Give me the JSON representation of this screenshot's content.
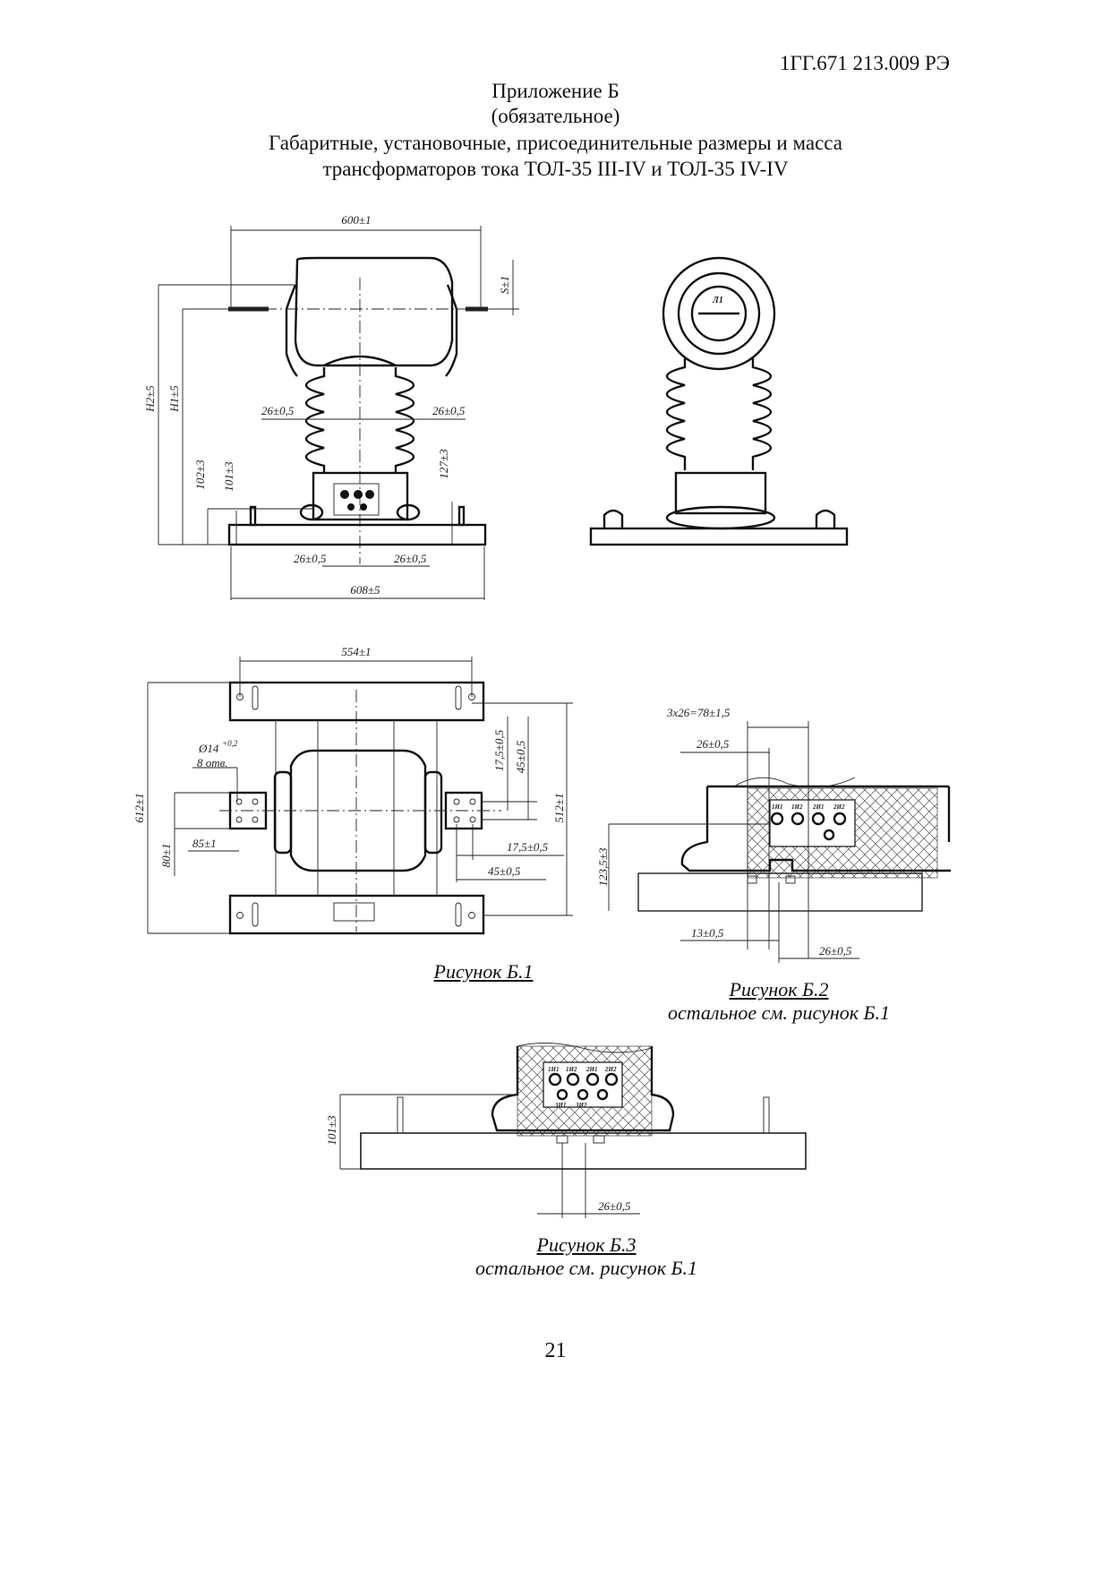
{
  "header": {
    "doc_number": "1ГГ.671 213.009 РЭ"
  },
  "title": {
    "line1": "Приложение Б",
    "line2": "(обязательное)",
    "line3": "Габаритные, установочные, присоединительные размеры и масса",
    "line4": "трансформаторов тока ТОЛ-35 III-IV и ТОЛ-35 IV-IV"
  },
  "figure1": {
    "front": {
      "width_top": "600±1",
      "s": "S±1",
      "h2": "H2±5",
      "h1": "H1±5",
      "pitch_left": "26±0,5",
      "pitch_right": "26±0,5",
      "h102": "102±3",
      "h101": "101±3",
      "h127": "127±3",
      "pitch_bottom_left": "26±0,5",
      "pitch_bottom_right": "26±0,5",
      "width_base": "608±5"
    },
    "side": {
      "marker": "Л1"
    },
    "top": {
      "width": "554±1",
      "depth": "612±1",
      "hole": "Ø14",
      "hole_tol": "+0,2",
      "hole_count": "8 отв.",
      "d80": "80±1",
      "d85": "85±1",
      "d17_5_v": "17,5±0,5",
      "d45_v": "45±0,5",
      "d512": "512±1",
      "d17_5_h": "17,5±0,5",
      "d45_h": "45±0,5"
    },
    "caption": "Рисунок Б.1"
  },
  "figure2": {
    "d78": "3х26=78±1,5",
    "d26_top": "26±0,5",
    "d123_5": "123,5±3",
    "d13": "13±0,5",
    "d26_bottom": "26±0,5",
    "terminals": [
      "1И1",
      "1И2",
      "2И1",
      "2И2"
    ],
    "caption": "Рисунок Б.2",
    "note": "остальное см. рисунок Б.1"
  },
  "figure3": {
    "d101": "101±3",
    "d26": "26±0,5",
    "terminals_top": [
      "1И1",
      "1И2",
      "2И1",
      "2И2"
    ],
    "terminals_bottom": [
      "3И1",
      "3И2"
    ],
    "caption": "Рисунок Б.3",
    "note": "остальное см. рисунок Б.1"
  },
  "footer": {
    "page_number": "21"
  }
}
